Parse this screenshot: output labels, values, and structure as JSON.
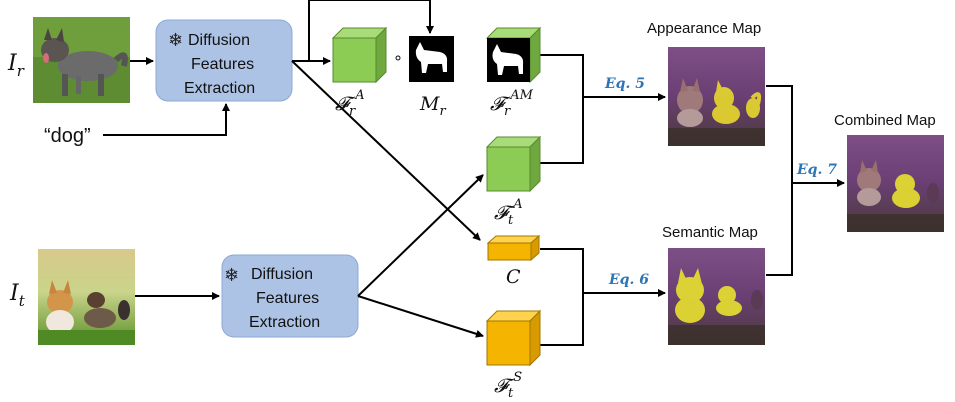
{
  "inputs": {
    "ref_symbol": "I",
    "ref_subscript": "r",
    "target_symbol": "I",
    "target_subscript": "t",
    "prompt_text": "“dog”"
  },
  "extractor": {
    "line1": "Diffusion",
    "line2": "Features",
    "line3": "Extraction"
  },
  "features": {
    "f_r_a": {
      "base": "𝓕",
      "sub": "r",
      "sup": "A"
    },
    "m_r": {
      "base": "M",
      "sub": "r"
    },
    "f_r_am": {
      "base": "𝓕",
      "sub": "r",
      "sup": "AM"
    },
    "f_t_a": {
      "base": "𝓕",
      "sub": "t",
      "sup": "A"
    },
    "c": {
      "base": "C"
    },
    "f_t_s": {
      "base": "𝓕",
      "sub": "t",
      "sup": "S"
    },
    "compose_op": "∘"
  },
  "equations": {
    "eq5": "Eq. 5",
    "eq6": "Eq. 6",
    "eq7": "Eq. 7"
  },
  "maps": {
    "appearance": "Appearance Map",
    "semantic": "Semantic Map",
    "combined": "Combined Map"
  },
  "colors": {
    "green": "#8ccc55",
    "orange": "#f5b400",
    "box_fill": "#adc3e6",
    "eq_blue": "#2e75b6"
  }
}
